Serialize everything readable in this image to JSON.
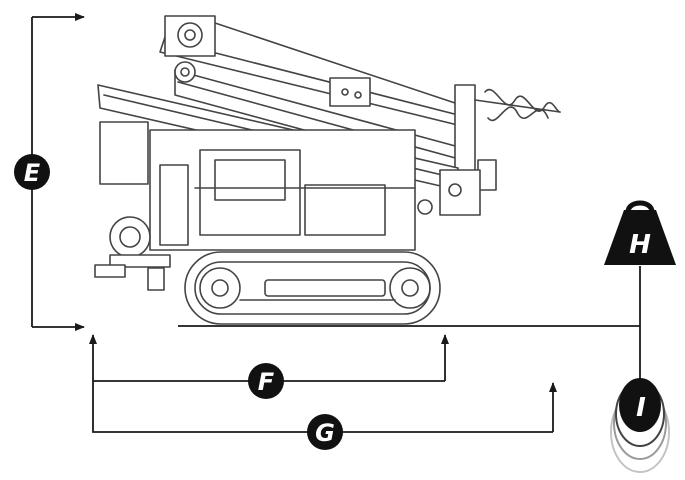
{
  "labels": {
    "e": "E",
    "f": "F",
    "g": "G",
    "h": "H",
    "i": "I"
  },
  "colors": {
    "line": "#1a1a1a",
    "badge": "#111111",
    "machine_stroke": "#444444",
    "pendulum_ghost": "#9a9a9a"
  },
  "icons": {
    "h": "weight-icon",
    "i": "pendulum-bob-icon"
  }
}
